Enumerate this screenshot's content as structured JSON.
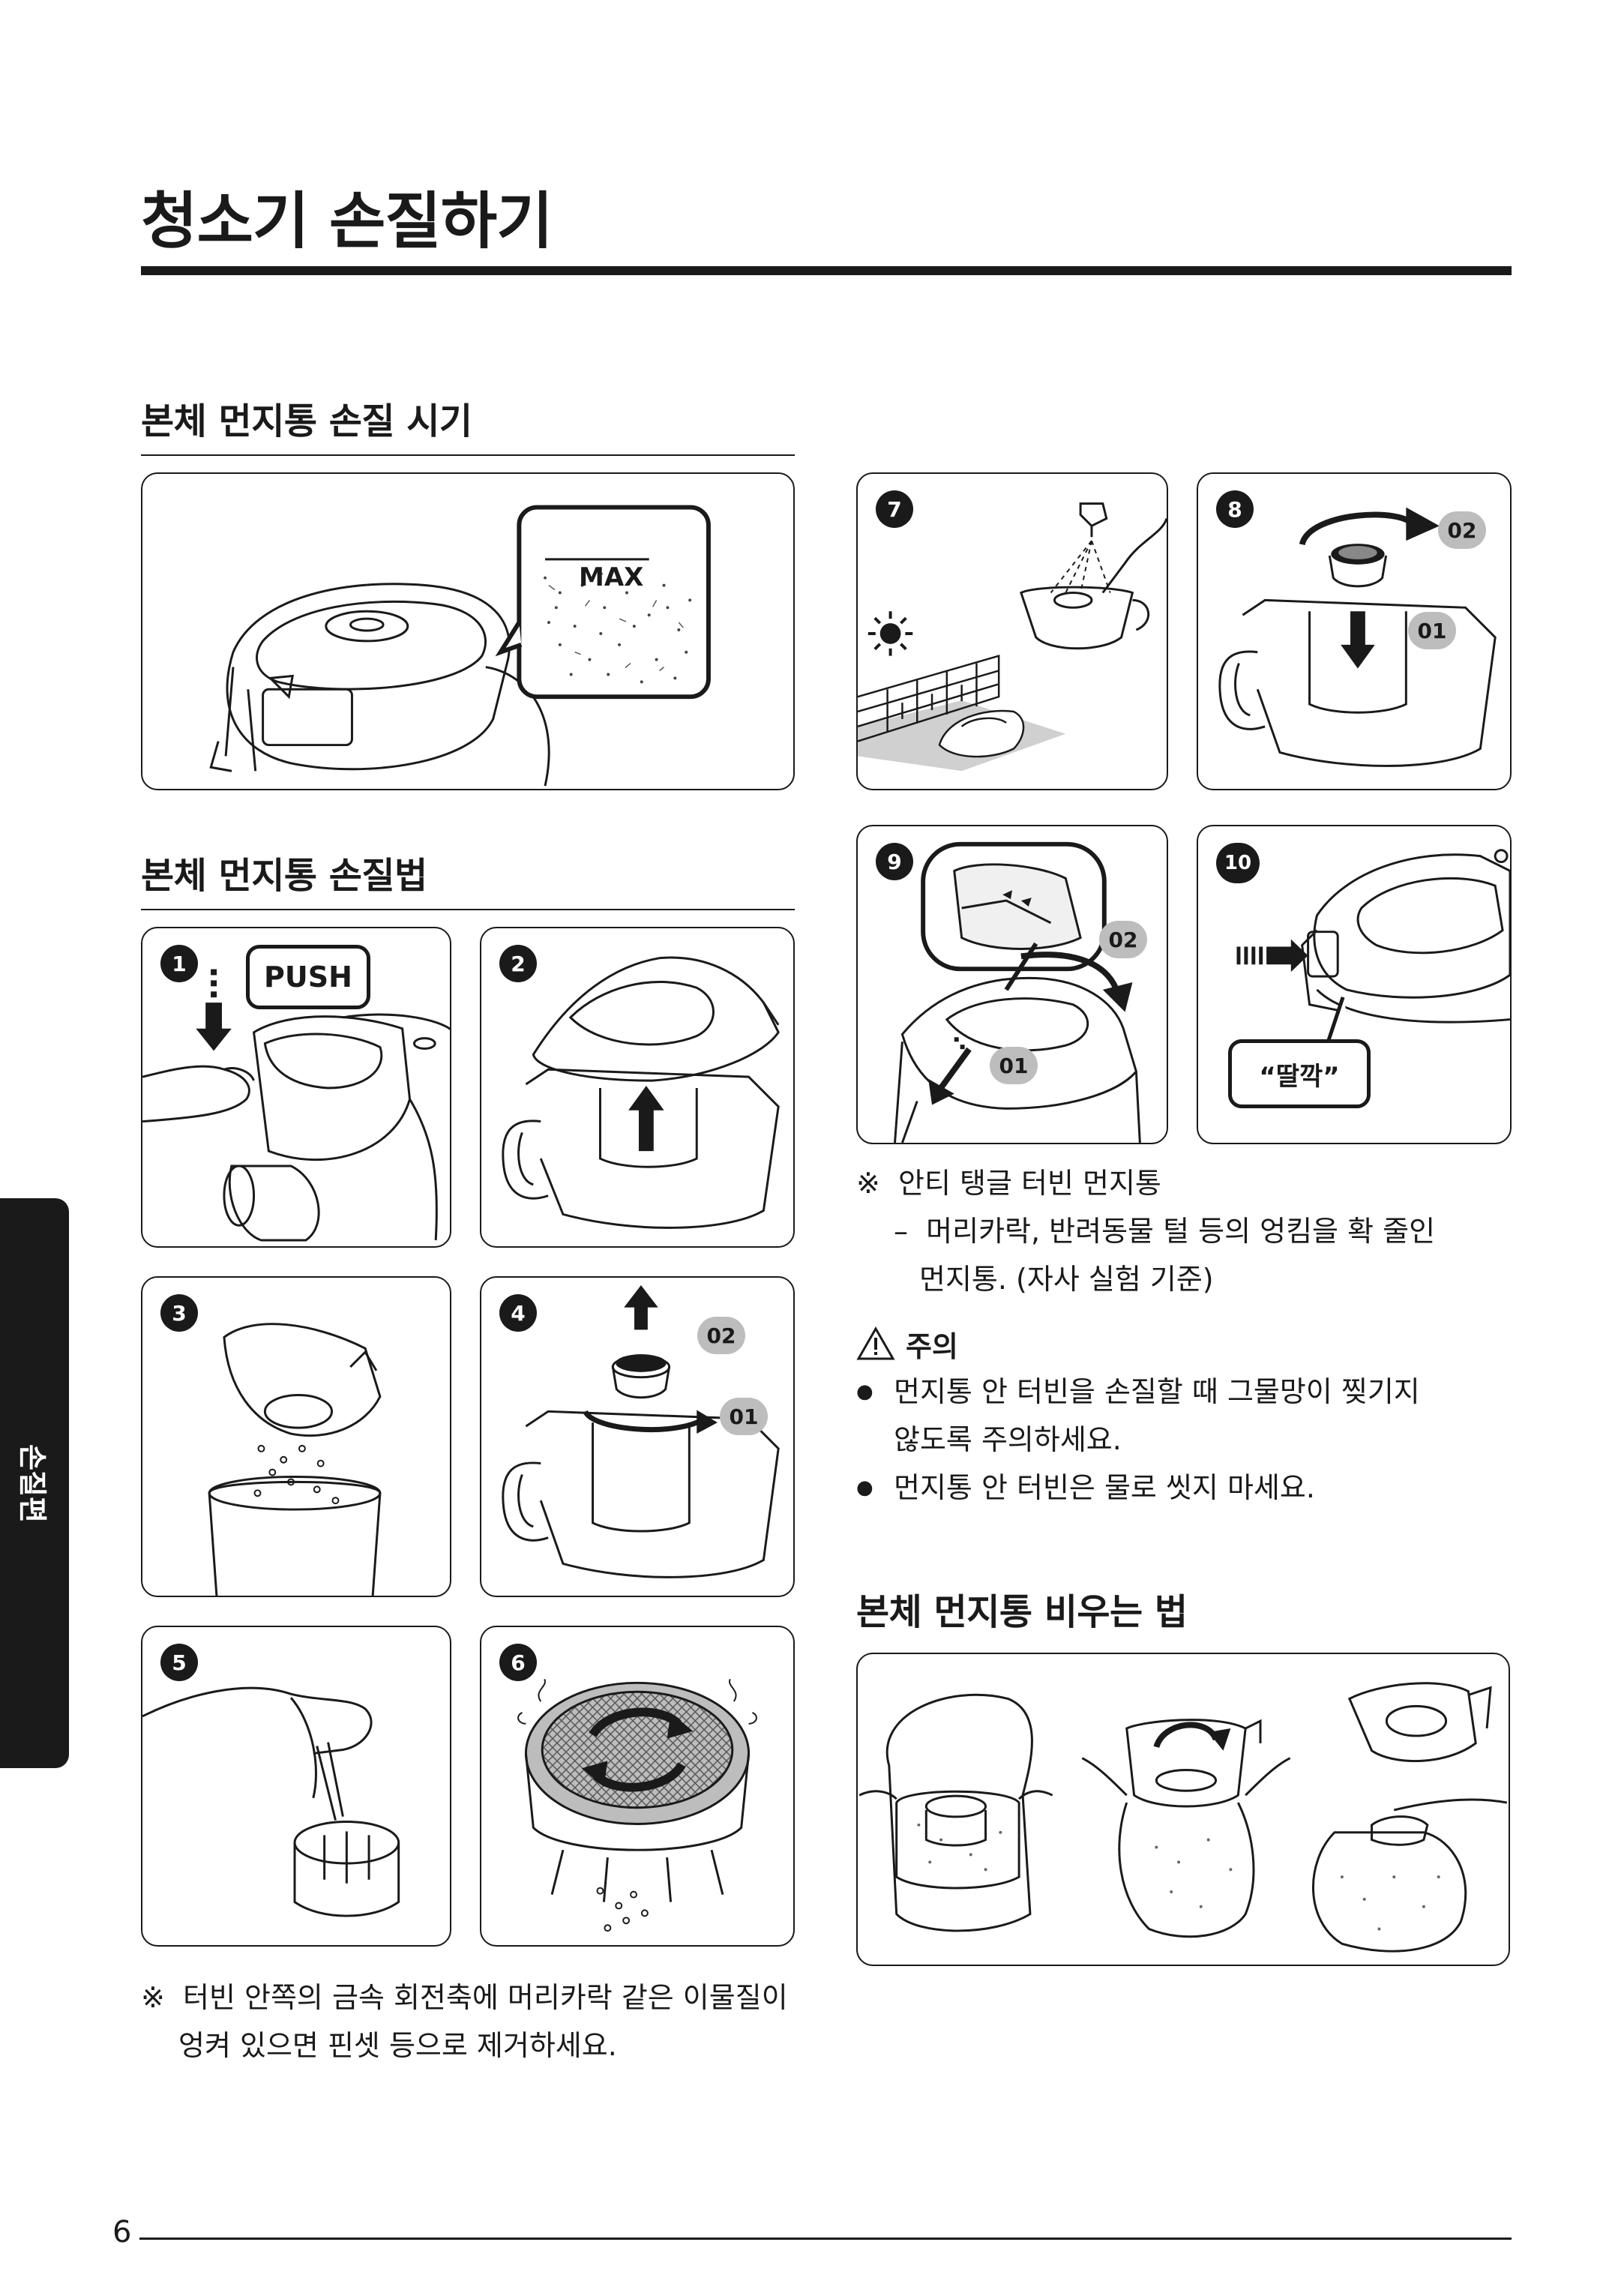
{
  "page_title": "청소기 손질하기",
  "page_number": "6",
  "side_tab": "손질편",
  "sections": {
    "timing": "본체 먼지통 손질 시기",
    "method": "본체 먼지통 손질법",
    "empty": "본체 먼지통 비우는 법"
  },
  "max_label": "MAX",
  "push_label": "PUSH",
  "click_sound": "“딸깍”",
  "steps": [
    "1",
    "2",
    "3",
    "4",
    "5",
    "6",
    "7",
    "8",
    "9",
    "10"
  ],
  "badges": {
    "b01": "01",
    "b02": "02"
  },
  "turbine_note": {
    "mark": "※",
    "line1": "터빈 안쪽의 금속 회전축에 머리카락 같은 이물질이",
    "line2": "엉켜 있으면 핀셋 등으로 제거하세요."
  },
  "anti_tangle": {
    "mark": "※",
    "title": "안티 탱글 터빈 먼지통",
    "dash": "–",
    "line1": "머리카락, 반려동물 털 등의 엉킴을 확 줄인",
    "line2": "먼지통. (자사 실험 기준)"
  },
  "caution": {
    "title": "주의",
    "items": [
      {
        "line1": "먼지통 안 터빈을 손질할 때 그물망이 찢기지",
        "line2": "않도록 주의하세요."
      },
      {
        "line1": "먼지통 안 터빈은 물로 씻지 마세요.",
        "line2": ""
      }
    ]
  }
}
